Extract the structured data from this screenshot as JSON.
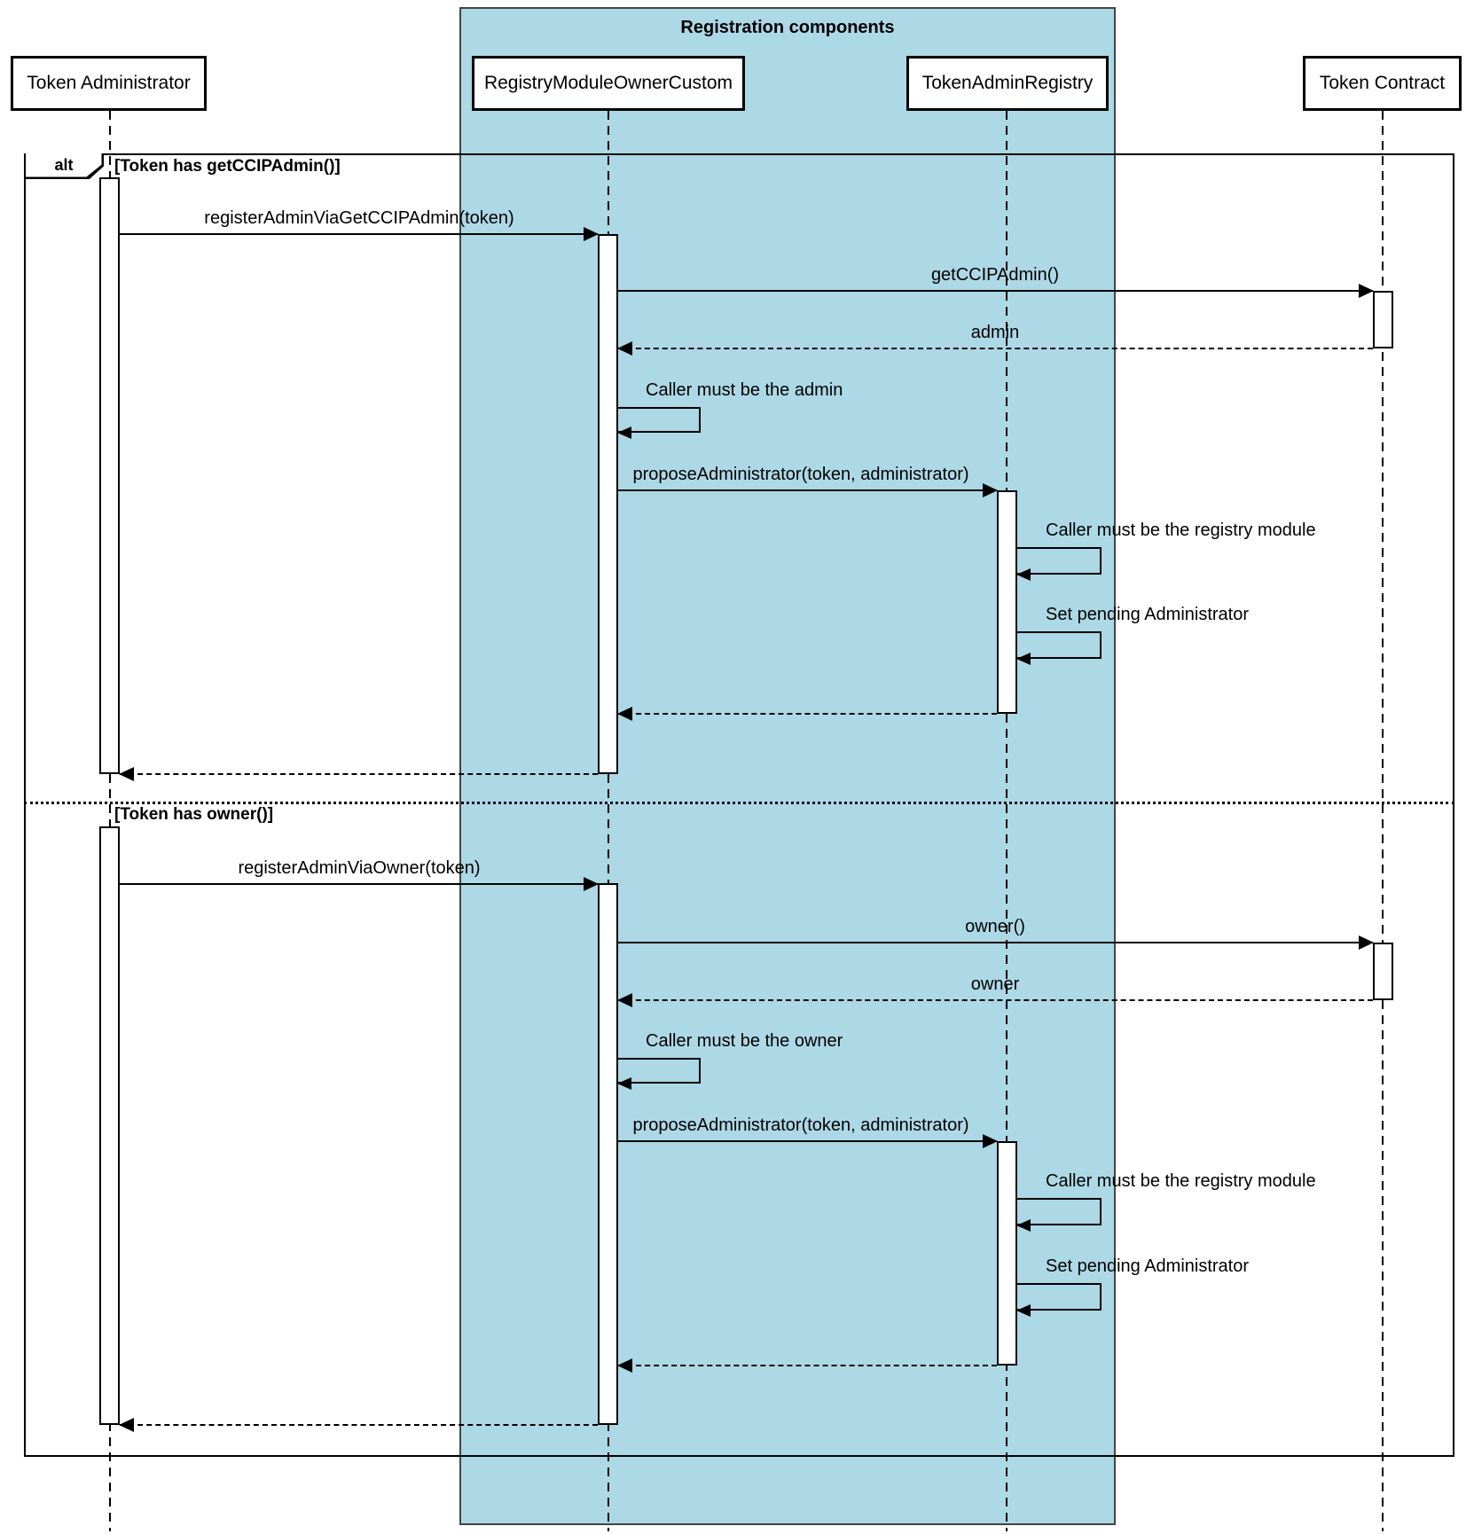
{
  "group_title": "Registration components",
  "alt_label": "alt",
  "participants": {
    "token_administrator": "Token Administrator",
    "registry_module": "RegistryModuleOwnerCustom",
    "token_admin_registry": "TokenAdminRegistry",
    "token_contract": "Token Contract"
  },
  "s1": {
    "guard": "[Token has getCCIPAdmin()]",
    "m_register": "registerAdminViaGetCCIPAdmin(token)",
    "m_get_admin": "getCCIPAdmin()",
    "r_admin": "admin",
    "m_caller_admin": "Caller must be the admin",
    "m_propose": "proposeAdministrator(token, administrator)",
    "m_caller_registry": "Caller must be the registry module",
    "m_set_pending": "Set pending Administrator"
  },
  "s2": {
    "guard": "[Token has owner()]",
    "m_register": "registerAdminViaOwner(token)",
    "m_owner_call": "owner()",
    "r_owner": "owner",
    "m_caller_owner": "Caller must be the owner",
    "m_propose": "proposeAdministrator(token, administrator)",
    "m_caller_registry": "Caller must be the registry module",
    "m_set_pending": "Set pending Administrator"
  },
  "colors": {
    "group_fill": "#ADD8E6",
    "group_border": "#444444",
    "line": "#000000"
  }
}
